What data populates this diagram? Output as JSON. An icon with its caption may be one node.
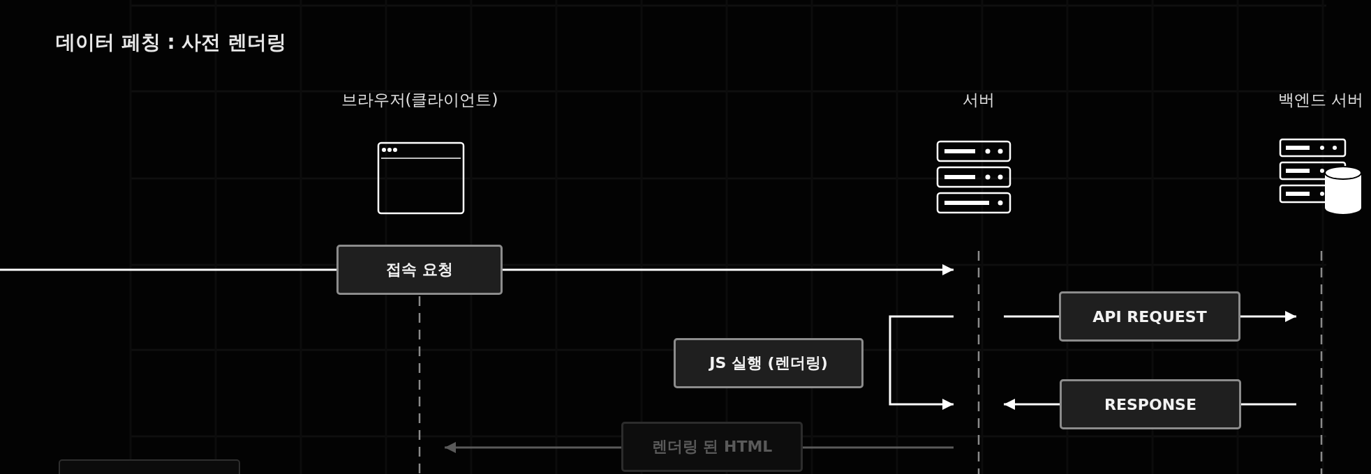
{
  "diagram": {
    "title": "데이터 페칭 : 사전 렌더링",
    "nodes": [
      {
        "text": [
          "브라우저(클라이언트)"
        ]
      },
      {
        "text": [
          "서버"
        ]
      },
      {
        "text": [
          "백엔드 서버"
        ]
      },
      {
        "text": [],
        "shape": "box"
      }
    ],
    "edges": [
      {
        "from": null,
        "to": 1,
        "arrow": "to",
        "label": "접속 요청"
      },
      {
        "from": 1,
        "to": 2,
        "arrow": "to",
        "label": "API REQUEST"
      },
      {
        "from": 2,
        "to": 1,
        "arrow": "to",
        "label": "RESPONSE"
      },
      {
        "from": 1,
        "to": 1,
        "arrow": "to",
        "label": "JS 실행 (렌더링)"
      },
      {
        "from": 1,
        "to": 0,
        "arrow": "to",
        "label": "렌더링 된 HTML",
        "color": "#5a5a5a"
      }
    ]
  }
}
